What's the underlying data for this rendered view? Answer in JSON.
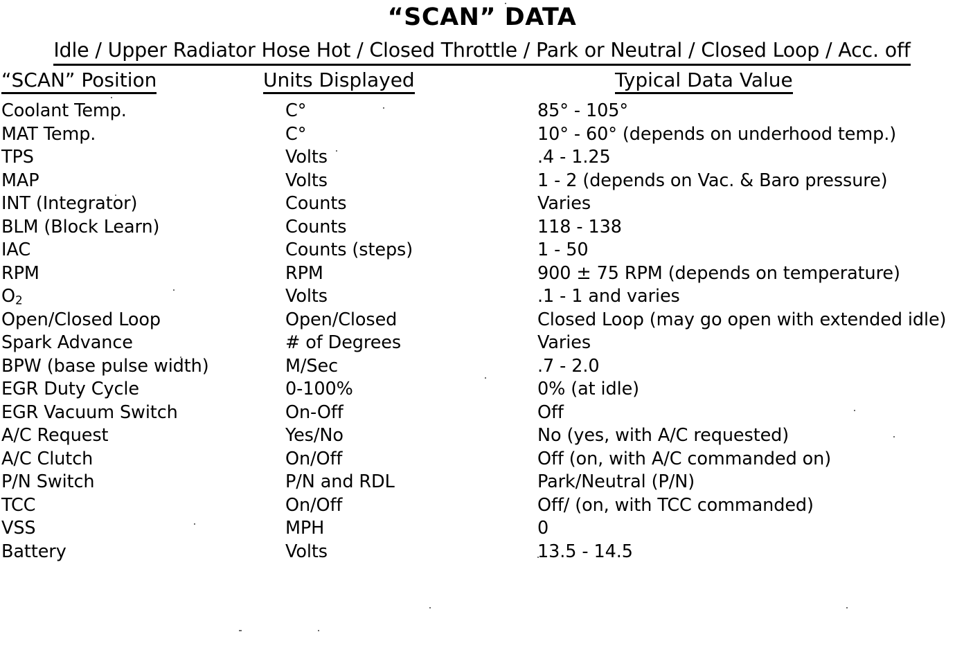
{
  "document": {
    "title": "“SCAN” DATA",
    "subtitle": "Idle / Upper Radiator Hose Hot / Closed Throttle / Park or Neutral / Closed Loop / Acc. off"
  },
  "table": {
    "headers": {
      "position": "“SCAN” Position",
      "units": "Units Displayed",
      "value": "Typical Data Value"
    },
    "rows": [
      {
        "position": "Coolant Temp.",
        "units": "C°",
        "value": "85° - 105°"
      },
      {
        "position": "MAT Temp.",
        "units": "C°",
        "value": "10° - 60° (depends on underhood temp.)"
      },
      {
        "position": "TPS",
        "units": "Volts",
        "value": ".4 - 1.25"
      },
      {
        "position": "MAP",
        "units": "Volts",
        "value": "1 - 2 (depends on Vac. & Baro pressure)"
      },
      {
        "position": "INT (Integrator)",
        "units": "Counts",
        "value": "Varies"
      },
      {
        "position": "BLM  (Block Learn)",
        "units": "Counts",
        "value": "118 - 138"
      },
      {
        "position": "IAC",
        "units": "Counts (steps)",
        "value": "1 - 50"
      },
      {
        "position": "RPM",
        "units": "RPM",
        "value": "900 ± 75 RPM  (depends on temperature)"
      },
      {
        "position": "O2",
        "position_sub": "2",
        "position_base": "O",
        "units": "Volts",
        "value": ".1 - 1 and varies"
      },
      {
        "position": "Open/Closed Loop",
        "units": "Open/Closed",
        "value": "Closed Loop (may go open with extended idle)"
      },
      {
        "position": "Spark Advance",
        "units": "# of Degrees",
        "value": "Varies"
      },
      {
        "position": "BPW (base pulse width)",
        "units": "M/Sec",
        "value": ".7 - 2.0"
      },
      {
        "position": "EGR Duty Cycle",
        "units": "0-100%",
        "value": "0% (at idle)"
      },
      {
        "position": "EGR Vacuum Switch",
        "units": "On-Off",
        "value": "Off"
      },
      {
        "position": "A/C Request",
        "units": "Yes/No",
        "value": "No (yes, with A/C requested)"
      },
      {
        "position": "A/C Clutch",
        "units": "On/Off",
        "value": "Off (on, with A/C commanded on)"
      },
      {
        "position": "P/N Switch",
        "units": "P/N and RDL",
        "value": "Park/Neutral (P/N)"
      },
      {
        "position": "TCC",
        "units": "On/Off",
        "value": "Off/ (on, with TCC commanded)"
      },
      {
        "position": "VSS",
        "units": "MPH",
        "value": "0"
      },
      {
        "position": "Battery",
        "units": "Volts",
        "value": "13.5 - 14.5"
      }
    ]
  },
  "colors": {
    "ink": "#000000",
    "paper": "#ffffff"
  }
}
